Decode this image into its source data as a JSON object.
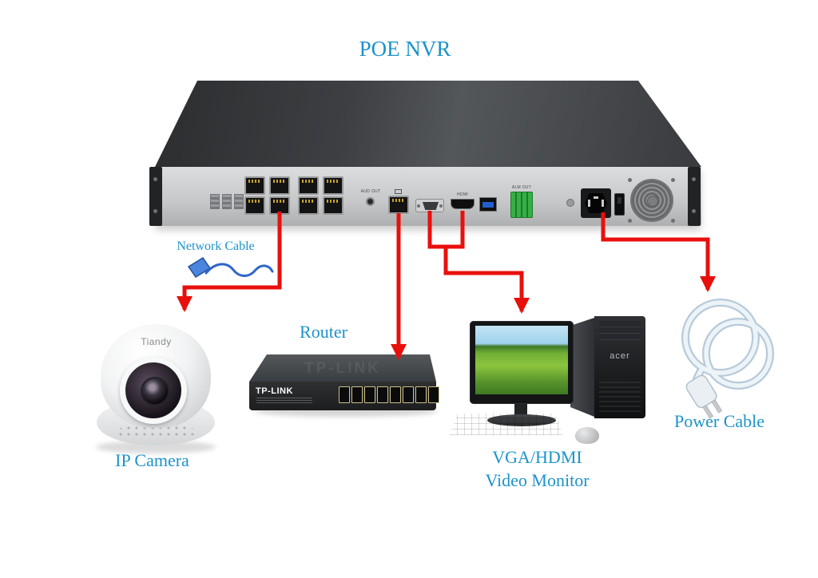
{
  "title": "POE NVR",
  "colors": {
    "accent": "#1b93cb",
    "cable": "#e8100c"
  },
  "labels": {
    "network_cable": "Network Cable",
    "router": "Router",
    "ip_camera": "IP Camera",
    "monitor_line1": "VGA/HDMI",
    "monitor_line2": "Video Monitor",
    "power_cable": "Power Cable"
  },
  "nvr": {
    "port_labels": {
      "aud_out": "AUD OUT",
      "hdmi": "HDMI",
      "alm_out": "ALM OUT"
    }
  },
  "devices": {
    "camera_brand": "Tiandy",
    "router_brand": "TP-LINK",
    "tower_brand": "acer"
  }
}
